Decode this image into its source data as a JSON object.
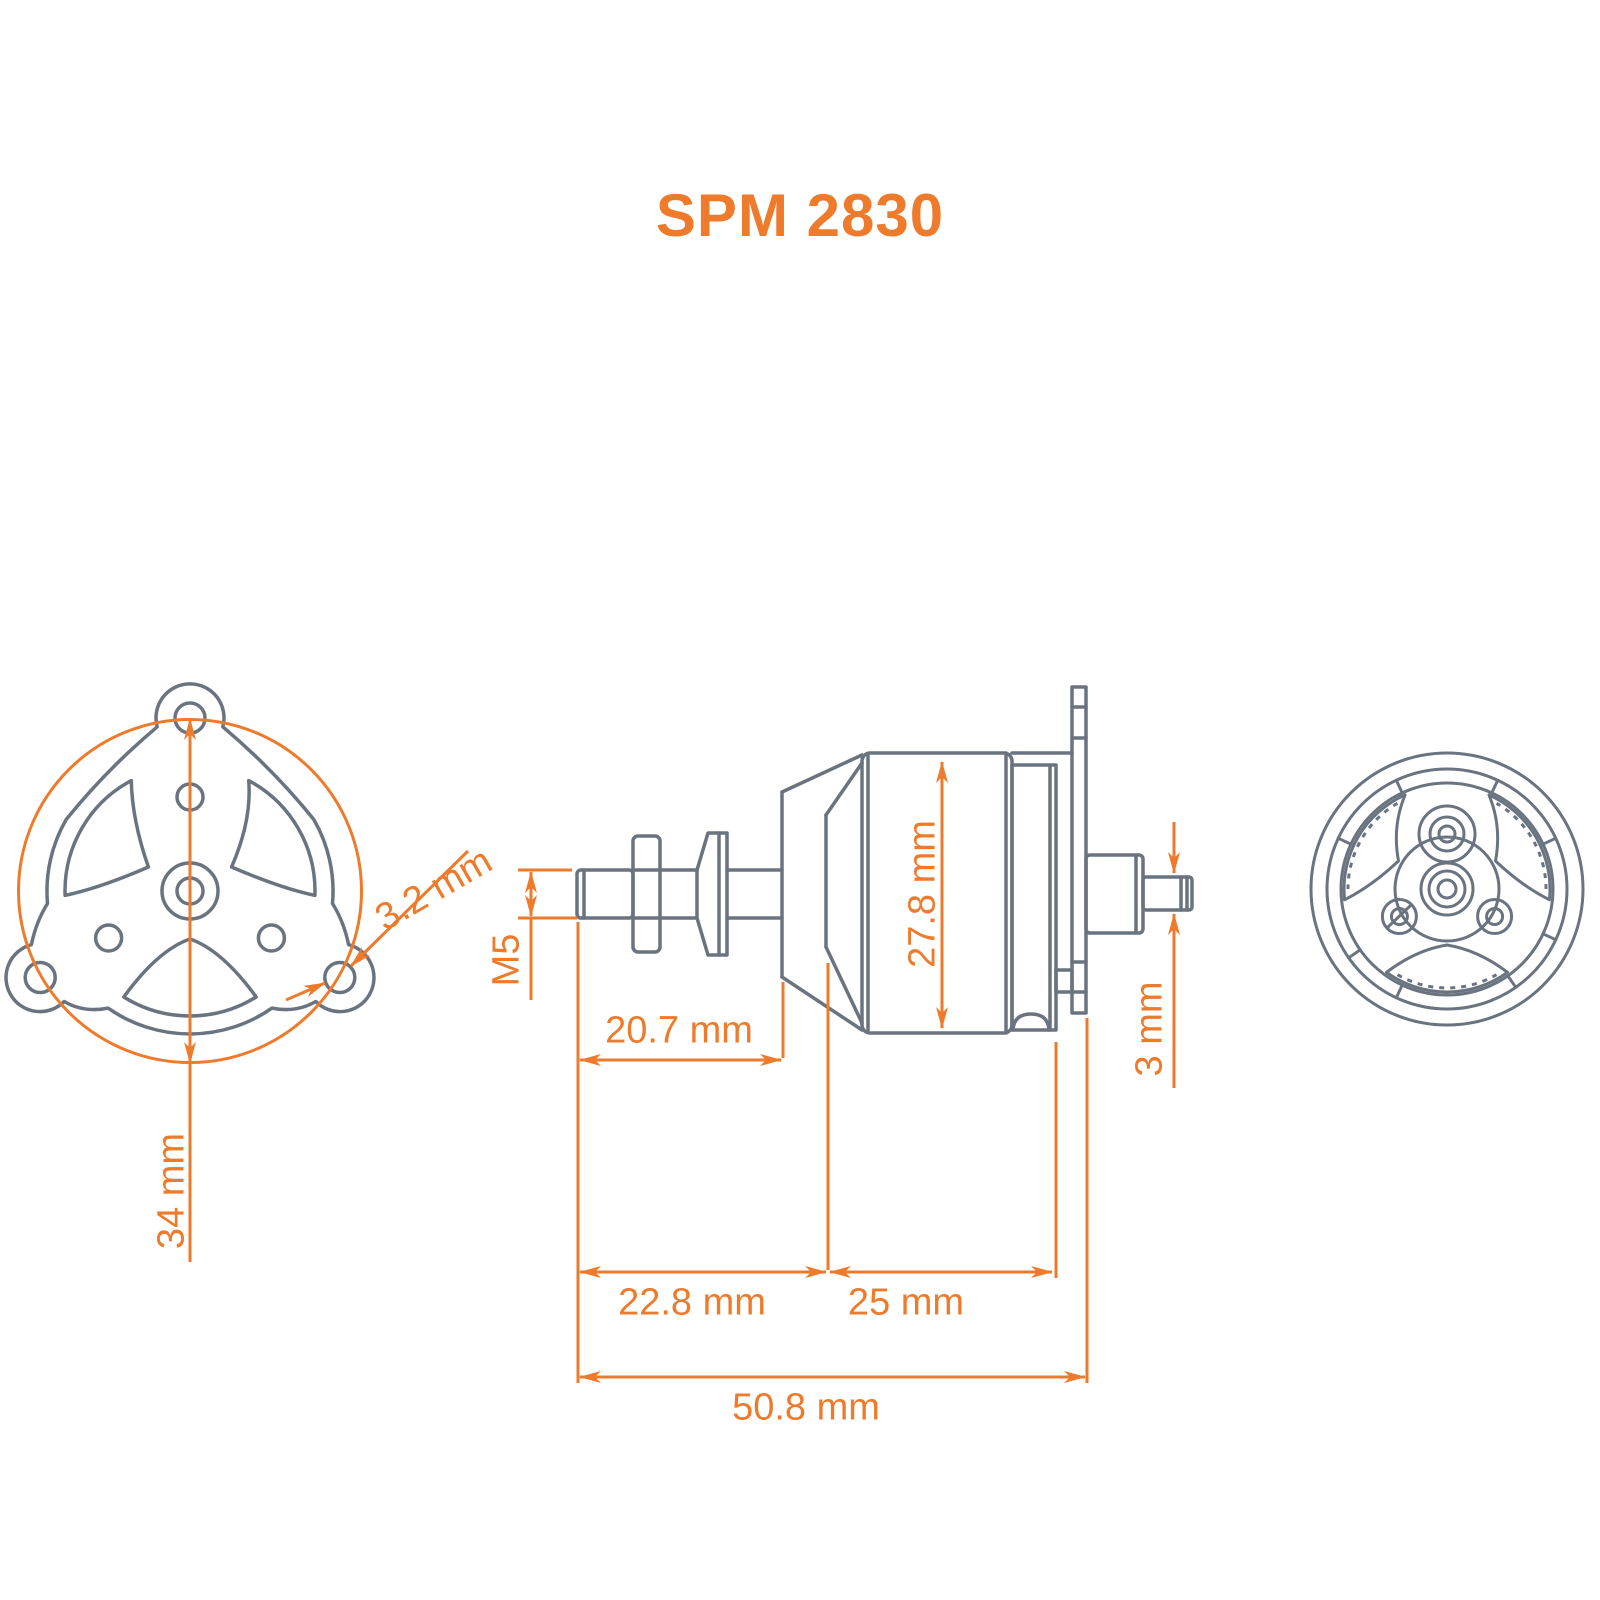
{
  "title": "SPM 2830",
  "colors": {
    "accent": "#EE7A2C",
    "line_gray": "#6A7380",
    "background": "#FFFFFF"
  },
  "dimensions": {
    "bolt_circle_diameter": "34 mm",
    "mount_hole_diameter": "3.2 mm",
    "shaft_thread": "M5",
    "shaft_length": "20.7 mm",
    "can_diameter": "27.8 mm",
    "front_length": "22.8 mm",
    "can_length": "25 mm",
    "overall_length": "50.8 mm",
    "rear_shaft_diameter": "3 mm"
  }
}
